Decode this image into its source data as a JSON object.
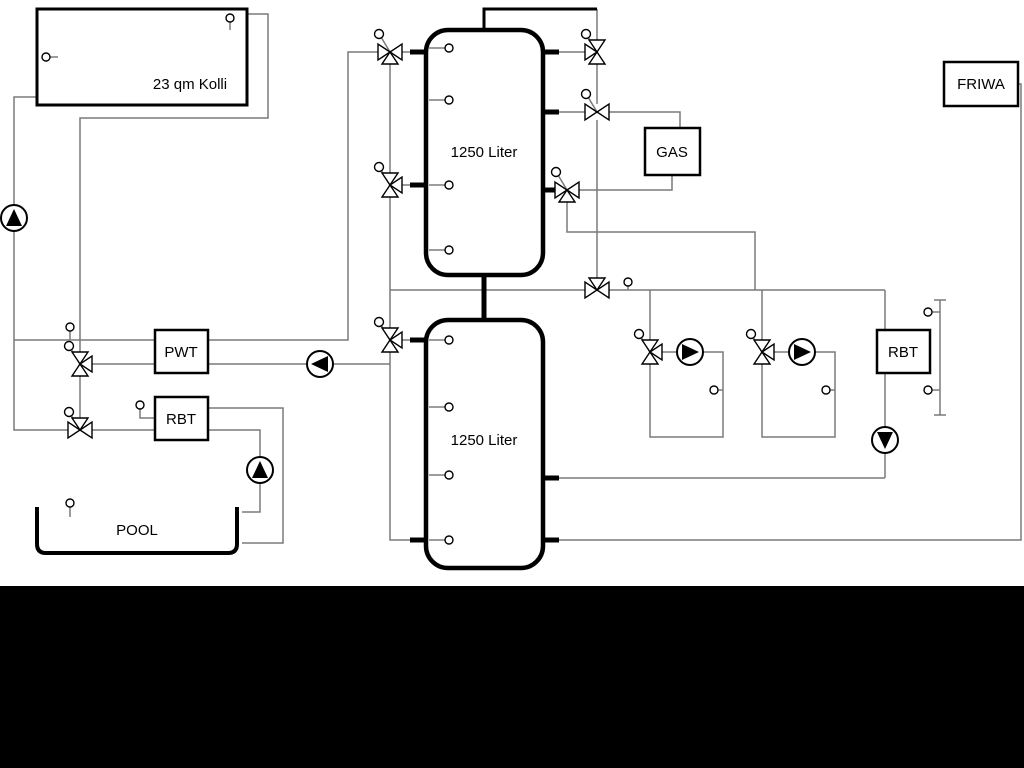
{
  "labels": {
    "collector": "23 qm Kolli",
    "tank_upper": "1250 Liter",
    "tank_lower": "1250 Liter",
    "gas": "GAS",
    "friwa": "FRIWA",
    "pwt": "PWT",
    "rbt_left": "RBT",
    "rbt_right": "RBT",
    "pool": "POOL"
  },
  "colors": {
    "pipe": "#7a7a7a",
    "component": "#000000",
    "background": "#ffffff",
    "bottom_bar": "#000000"
  }
}
